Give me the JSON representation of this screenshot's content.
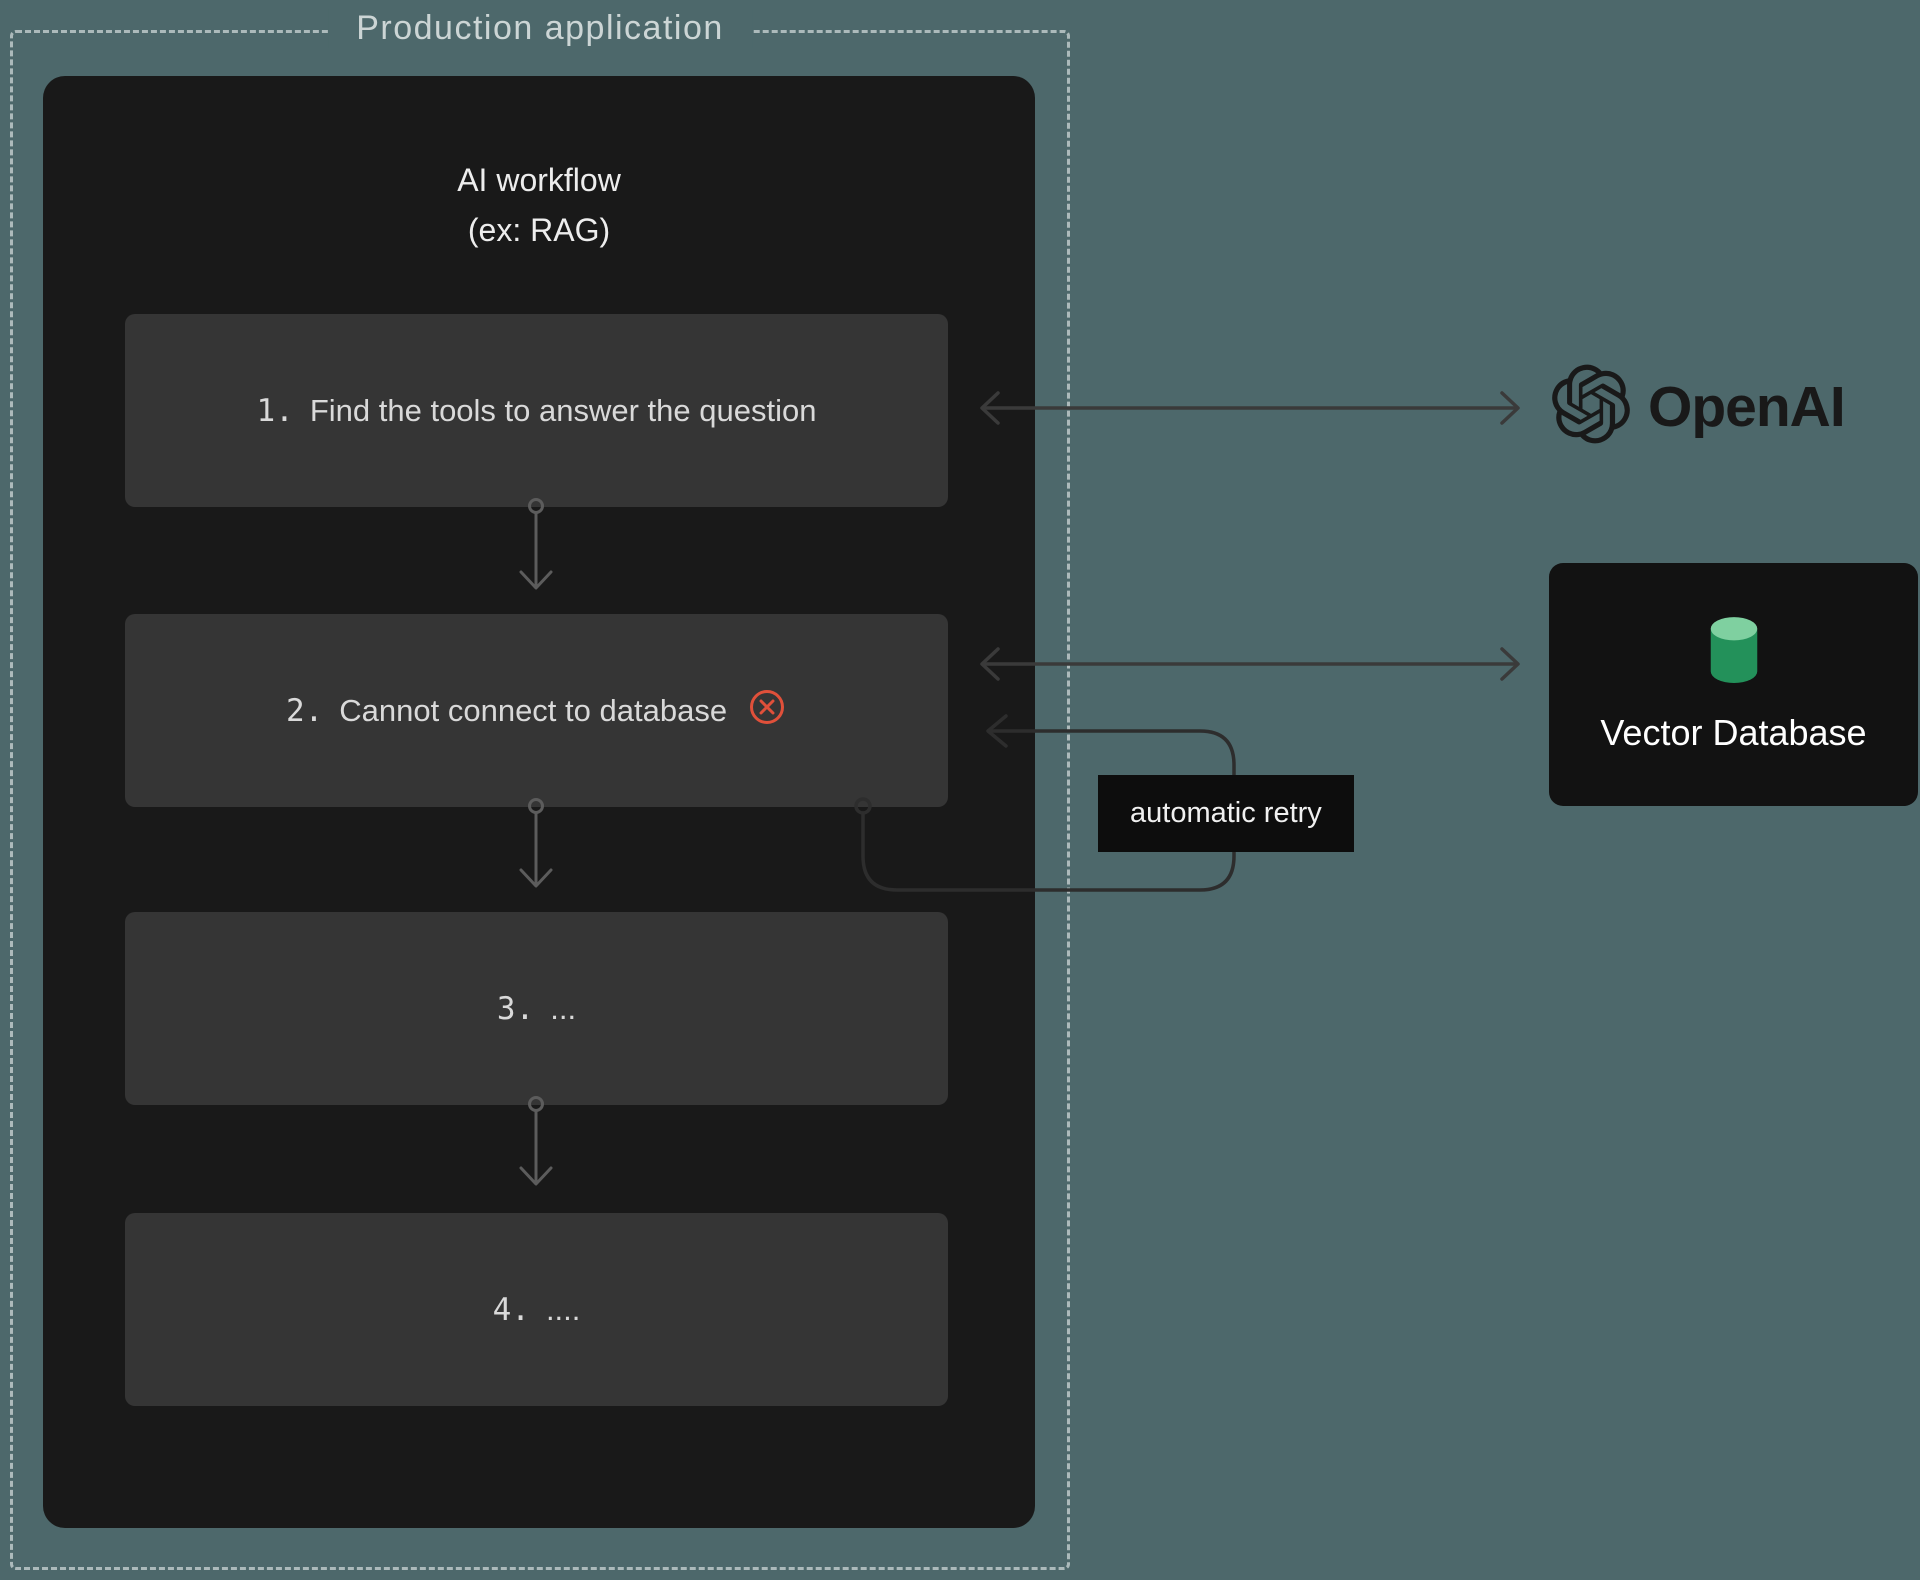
{
  "production": {
    "label": "Production application"
  },
  "workflow": {
    "title_line1": "AI workflow",
    "title_line2": "(ex: RAG)",
    "steps": [
      {
        "number": "1.",
        "label": "Find the tools to answer the question",
        "error": false
      },
      {
        "number": "2.",
        "label": "Cannot connect to database",
        "error": true
      },
      {
        "number": "3.",
        "label": "...",
        "error": false
      },
      {
        "number": "4.",
        "label": "....",
        "error": false
      }
    ]
  },
  "integrations": {
    "openai": {
      "label": "OpenAI"
    },
    "vector_db": {
      "label": "Vector Database"
    }
  },
  "annotations": {
    "retry_label": "automatic retry"
  },
  "icons": {
    "error": "error-x-circle-icon",
    "openai_mark": "openai-logo-icon",
    "database": "database-cylinder-icon"
  },
  "colors": {
    "background": "#4d686b",
    "panel": "#191919",
    "step_box": "#353535",
    "step_text": "#d9d9d9",
    "dashed_border": "#ccd5d5",
    "arrow_dark": "#3a3a3a",
    "arrow_light": "#5c5c5c",
    "retry_loop": "#2d2d2d",
    "error_red": "#e0503a",
    "db_green_top": "#7fd0a0",
    "db_green_body": "#23915a",
    "retry_label_bg": "#0d0d0d",
    "vector_db_bg": "#121212"
  }
}
